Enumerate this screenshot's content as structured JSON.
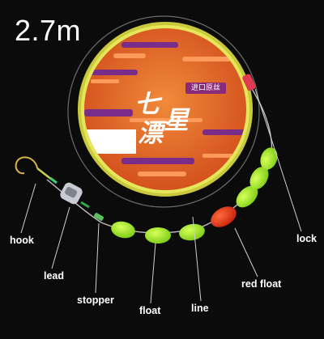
{
  "length_label": "2.7m",
  "spool": {
    "badge_text": "进口原丝",
    "brand_chars": [
      "七",
      "星",
      "漂"
    ],
    "colors": {
      "rim": "#d8d84a",
      "disc": "#e3682c",
      "band": "#7a2c8a",
      "badge": "#8a2a7a"
    }
  },
  "callouts": {
    "hook": "hook",
    "lead": "lead",
    "stopper": "stopper",
    "float": "float",
    "line": "line",
    "red_float": "red float",
    "lock": "lock"
  },
  "colors": {
    "float_green": "#9be22c",
    "float_red": "#e03a1e",
    "background": "#0b0b0b"
  }
}
